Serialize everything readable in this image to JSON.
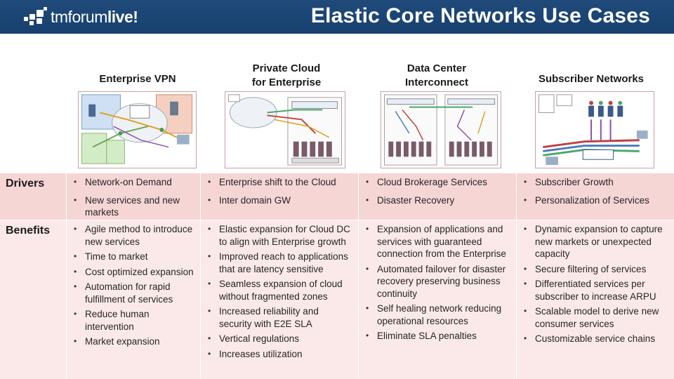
{
  "header": {
    "logo_main": "tmf",
    "logo_o": "o",
    "logo_rest": "rum",
    "logo_live": "live!",
    "title": "Elastic Core Networks Use Cases"
  },
  "columns": [
    {
      "title_line1": "Enterprise VPN",
      "title_line2": ""
    },
    {
      "title_line1": "Private Cloud",
      "title_line2": "for Enterprise"
    },
    {
      "title_line1": "Data Center",
      "title_line2": "Interconnect"
    },
    {
      "title_line1": "Subscriber Networks",
      "title_line2": ""
    }
  ],
  "table": {
    "drivers_label": "Drivers",
    "benefits_label": "Benefits",
    "drivers": [
      [
        "Network-on Demand",
        "New services and new markets"
      ],
      [
        "Enterprise shift to the Cloud",
        "Inter domain GW"
      ],
      [
        "Cloud Brokerage Services",
        "Disaster Recovery"
      ],
      [
        "Subscriber Growth",
        "Personalization of Services"
      ]
    ],
    "benefits": [
      [
        "Agile method to introduce new services",
        "Time to market",
        "Cost optimized expansion",
        "Automation for rapid fulfillment of services",
        "Reduce human intervention",
        "Market expansion"
      ],
      [
        "Elastic expansion for Cloud DC to align with Enterprise growth",
        "Improved reach to applications that are latency sensitive",
        "Seamless expansion of cloud without fragmented zones",
        "Increased reliability and security with E2E SLA",
        "Vertical regulations",
        "Increases utilization"
      ],
      [
        "Expansion of applications and services with guaranteed connection from the Enterprise",
        "Automated failover for disaster recovery preserving business continuity",
        "Self healing network reducing operational resources",
        "Eliminate SLA penalties"
      ],
      [
        "Dynamic expansion to capture new markets or unexpected capacity",
        "Secure filtering of services",
        "Differentiated services per subscriber to increase ARPU",
        "Scalable model to derive new consumer services",
        "Customizable service chains"
      ]
    ]
  },
  "colors": {
    "header_bg": "#1f4a7a",
    "drivers_row": "#f6d5d5",
    "benefits_row": "#fbe9e9"
  }
}
